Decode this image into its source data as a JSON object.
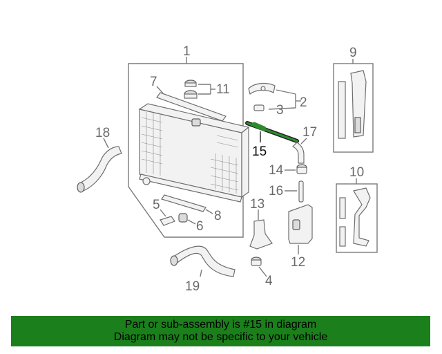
{
  "callouts": {
    "c1": "1",
    "c2": "2",
    "c3": "3",
    "c4": "4",
    "c5": "5",
    "c6": "6",
    "c7": "7",
    "c8": "8",
    "c9": "9",
    "c10": "10",
    "c11": "11",
    "c12": "12",
    "c13": "13",
    "c14": "14",
    "c15": "15",
    "c16": "16",
    "c17": "17",
    "c18": "18",
    "c19": "19"
  },
  "highlight": {
    "part": "15",
    "color": "#2e8b2e"
  },
  "banner": {
    "line1": "Part or sub-assembly is #15 in diagram",
    "line2": "Diagram may not be specific to your vehicle",
    "background": "#1b7f1b"
  }
}
